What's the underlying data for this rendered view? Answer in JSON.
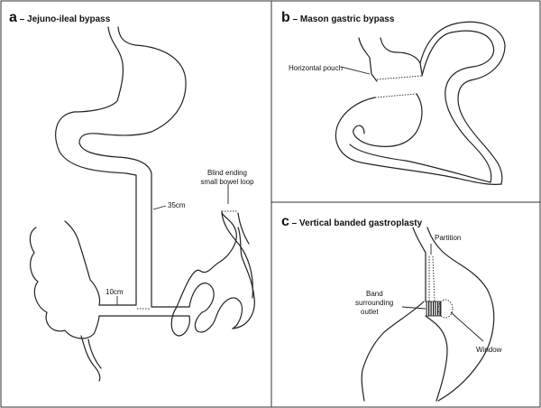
{
  "panels": {
    "a": {
      "letter": "a",
      "title": " – Jejuno-ileal bypass"
    },
    "b": {
      "letter": "b",
      "title": " – Mason gastric bypass"
    },
    "c": {
      "letter": "c",
      "title": " – Vertical banded gastroplasty"
    }
  },
  "labels": {
    "blind_loop_line1": "Blind ending",
    "blind_loop_line2": "small bowel loop",
    "len_35": "35cm",
    "len_10": "10cm",
    "horizontal_pouch": "Horizontal pouch",
    "partition": "Partition",
    "band_line1": "Band",
    "band_line2": "surrounding",
    "band_line3": "outlet",
    "window": "Window"
  }
}
